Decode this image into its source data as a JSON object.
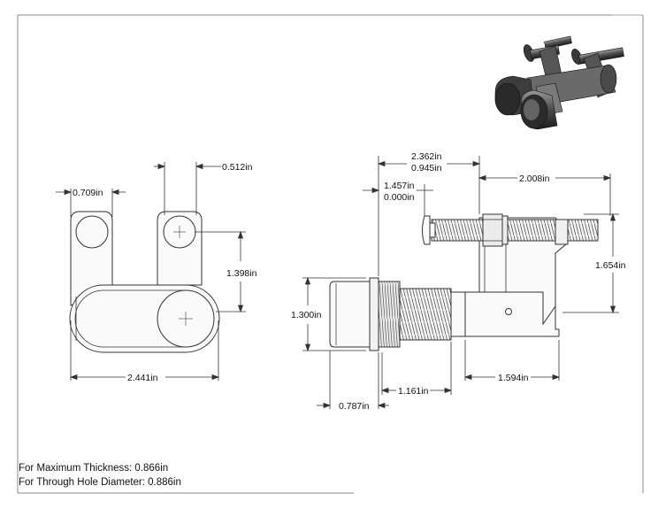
{
  "dimensions": {
    "left_view": {
      "top_left_width": "0.709in",
      "top_right_width": "0.512in",
      "vertical_span": "1.398in",
      "overall_width": "2.441in"
    },
    "side_view": {
      "top_span_a": "2.362in",
      "top_span_b": "0.945in",
      "offset_a": "1.457in",
      "offset_b": "0.000in",
      "screw_length": "2.008in",
      "knob_height": "1.300in",
      "clamp_height": "1.654in",
      "thread_length": "1.161in",
      "jaw_length": "1.594in",
      "knob_length": "0.787in"
    }
  },
  "notes": {
    "max_thickness": "For Maximum Thickness: 0.866in",
    "through_hole": "For Through Hole Diameter: 0.886in"
  },
  "colors": {
    "line": "#333333",
    "fill_light": "#f4f4f4",
    "iso_dark": "#2a2a2a",
    "iso_mid": "#6d6d6d"
  }
}
